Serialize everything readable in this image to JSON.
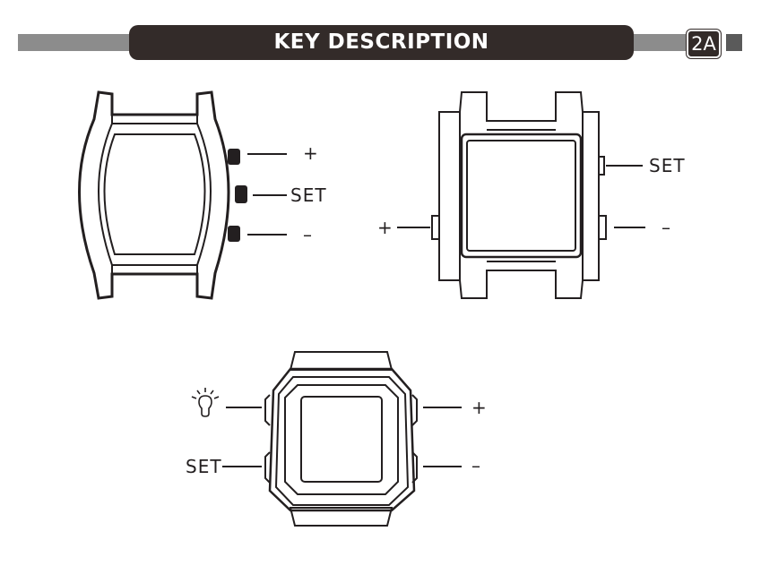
{
  "header": {
    "title": "KEY DESCRIPTION",
    "page_badge": "2A"
  },
  "watch_tonneau": {
    "plus": "+",
    "set": "SET",
    "minus": "–"
  },
  "watch_square": {
    "plus": "+",
    "set": "SET",
    "minus": "–"
  },
  "watch_digital": {
    "light_icon": "light-bulb-icon",
    "set": "SET",
    "plus": "+",
    "minus": "–"
  },
  "colors": {
    "header_dark": "#332b29",
    "header_gray": "#8c8c8c",
    "line": "#231f20"
  }
}
